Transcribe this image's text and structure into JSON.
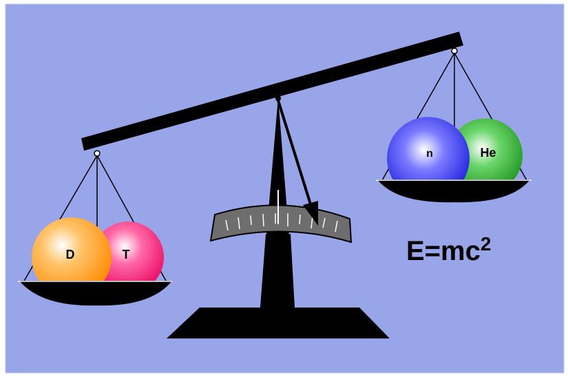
{
  "background_color": "#98a5e8",
  "left_pan": {
    "spheres": [
      {
        "label": "D",
        "color": "#ff9a1a",
        "icon": "deuterium-sphere"
      },
      {
        "label": "T",
        "color": "#ff1e78",
        "icon": "tritium-sphere"
      }
    ]
  },
  "right_pan": {
    "spheres": [
      {
        "label": "n",
        "color": "#2222ee",
        "icon": "neutron-sphere"
      },
      {
        "label": "He",
        "color": "#1fa61f",
        "icon": "helium-sphere"
      }
    ]
  },
  "formula": {
    "base": "E=mc",
    "exponent": "2"
  }
}
